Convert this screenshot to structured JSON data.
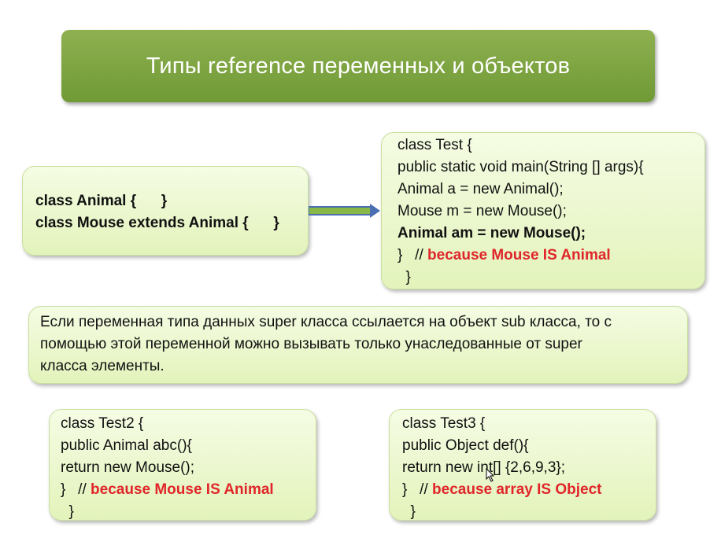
{
  "slide": {
    "title": "Типы reference переменных и объектов"
  },
  "box_animal": {
    "line1": "class Animal {      }",
    "line2": "class Mouse extends Animal {      }"
  },
  "box_test": {
    "line1": "class Test {",
    "line2": "public static void main(String [] args){",
    "line3": "Animal a = new Animal();",
    "line4": "Mouse m = new Mouse();",
    "line5": "Animal am = new Mouse();",
    "line6_code": "}   // ",
    "line6_comment": "because Mouse IS Animal",
    "line7": "  }"
  },
  "note": {
    "line1": "Если переменная типа данных super класса ссылается на объект sub класса, то с",
    "line2": "помощью этой переменной можно вызывать только унаследованные от super",
    "line3": "класса элементы."
  },
  "box_test2": {
    "line1": "class Test2 {",
    "line2": "public Animal abc(){",
    "line3": "return new Mouse();",
    "line4_code": "}   // ",
    "line4_comment": "because Mouse IS Animal",
    "line5": "  }"
  },
  "box_test3": {
    "line1": "class Test3 {",
    "line2": "public Object def(){",
    "line3": "return new int[] {2,6,9,3};",
    "line4_code": "}   // ",
    "line4_comment": "because array IS Object",
    "line5": "  }"
  },
  "colors": {
    "title_green": "#7aa33e",
    "box_fill": "#e9f6c9",
    "comment_red": "#e0262a",
    "arrow_blue": "#4a6fb0",
    "arrow_green": "#8ab848"
  }
}
